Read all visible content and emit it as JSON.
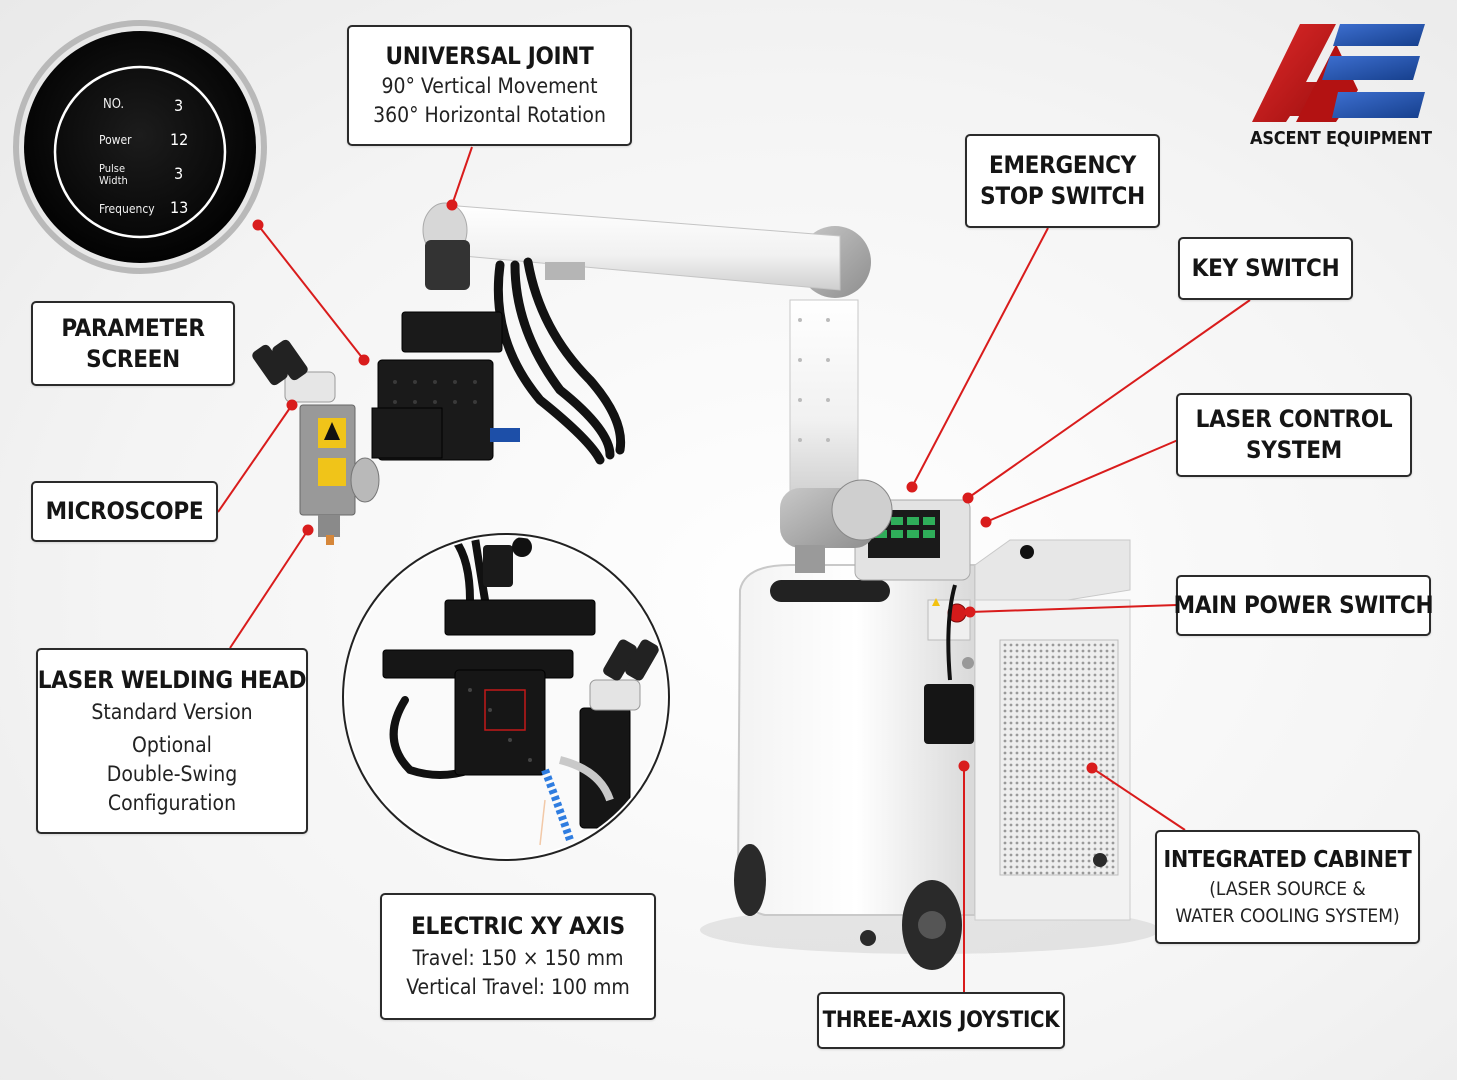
{
  "brand": {
    "name": "ASCENT EQUIPMENT",
    "colors": {
      "red": "#c41818",
      "blue": "#1f4fa8"
    }
  },
  "parameter_screen": {
    "rows": [
      {
        "label": "NO.",
        "value": "3"
      },
      {
        "label": "Power",
        "value": "12"
      },
      {
        "label_line1": "Pulse",
        "label_line2": "Width",
        "value": "3"
      },
      {
        "label": "Frequency",
        "value": "13"
      }
    ]
  },
  "callouts": {
    "universal_joint": {
      "title": "UNIVERSAL JOINT",
      "line1": "90° Vertical Movement",
      "line2": "360° Horizontal Rotation"
    },
    "parameter_screen": {
      "title_line1": "PARAMETER",
      "title_line2": "SCREEN"
    },
    "microscope": {
      "title": "MICROSCOPE"
    },
    "laser_welding_head": {
      "title": "LASER WELDING HEAD",
      "line1": "Standard Version",
      "line2": "Optional",
      "line3": "Double-Swing",
      "line4": "Configuration"
    },
    "electric_xy_axis": {
      "title": "ELECTRIC XY AXIS",
      "line1": "Travel: 150 × 150 mm",
      "line2": "Vertical Travel: 100 mm"
    },
    "emergency_stop": {
      "title_line1": "EMERGENCY",
      "title_line2": "STOP SWITCH"
    },
    "key_switch": {
      "title": "KEY SWITCH"
    },
    "laser_control": {
      "title_line1": "LASER CONTROL",
      "title_line2": "SYSTEM"
    },
    "main_power": {
      "title": "MAIN POWER SWITCH"
    },
    "integrated_cabinet": {
      "title": "INTEGRATED CABINET",
      "line1": "(LASER SOURCE &",
      "line2": "WATER COOLING SYSTEM)"
    },
    "joystick": {
      "title": "THREE-AXIS JOYSTICK"
    }
  },
  "leader_color": "#d91c1c"
}
